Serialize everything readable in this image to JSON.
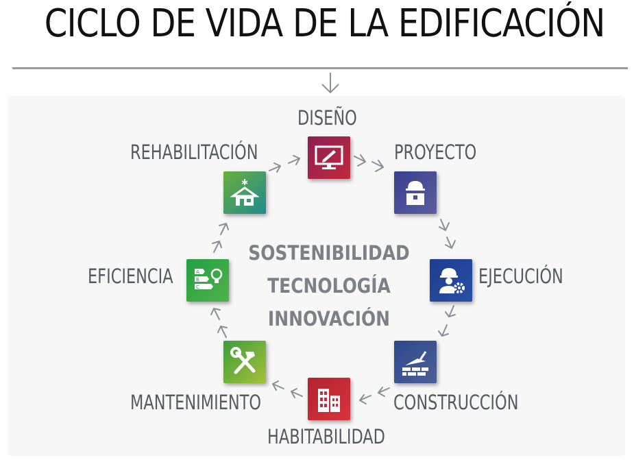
{
  "title": "CICLO DE VIDA DE LA EDIFICACIÓN",
  "colors": {
    "diseno": [
      "#8e1f55",
      "#c02a3c"
    ],
    "proyecto": [
      "#3a3f8f",
      "#5b5f9f"
    ],
    "ejecucion": [
      "#1d3d8f",
      "#2a4fa6"
    ],
    "construccion": [
      "#2d4a8c",
      "#4d5e98"
    ],
    "habitabilidad": [
      "#b3232e",
      "#d8333e"
    ],
    "mantenimiento": [
      "#3f9d3b",
      "#a5c03a"
    ],
    "eficiencia": [
      "#239f44",
      "#4fb348"
    ],
    "rehabilitacion": [
      "#6aae3c",
      "#1f8a8f"
    ],
    "text": "#555a60",
    "arrow": "#8a8f96"
  },
  "stages": {
    "diseno": {
      "label": "DISEÑO",
      "icon": "monitor-pencil-icon"
    },
    "proyecto": {
      "label": "PROYECTO",
      "icon": "toolbox-helmet-icon"
    },
    "ejecucion": {
      "label": "EJECUCIÓN",
      "icon": "worker-gear-icon"
    },
    "construccion": {
      "label": "CONSTRUCCIÓN",
      "icon": "bricks-trowel-icon"
    },
    "habitabilidad": {
      "label": "HABITABILIDAD",
      "icon": "buildings-icon"
    },
    "mantenimiento": {
      "label": "MANTENIMIENTO",
      "icon": "hammer-wrench-icon"
    },
    "eficiencia": {
      "label": "EFICIENCIA",
      "icon": "energy-label-bulb-icon"
    },
    "rehabilitacion": {
      "label": "REHABILITACIÓN",
      "icon": "crane-house-icon"
    }
  },
  "center": {
    "line1": "SOSTENIBILIDAD",
    "line2": "TECNOLOGÍA",
    "line3": "INNOVACIÓN"
  },
  "energy_label_letters": [
    "A",
    "B",
    "C"
  ]
}
